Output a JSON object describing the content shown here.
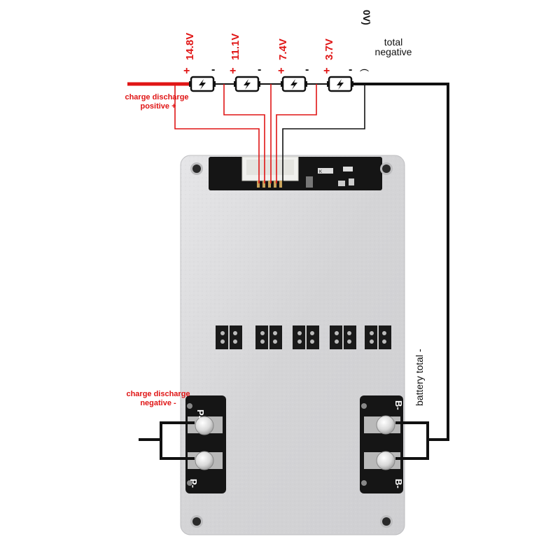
{
  "cells": [
    {
      "voltage": "14.8V"
    },
    {
      "voltage": "11.1V"
    },
    {
      "voltage": "7.4V"
    },
    {
      "voltage": "3.7V"
    }
  ],
  "zero_volt_label": "0V)",
  "plus_sign": "+",
  "minus_sign": "-",
  "paren_mark": "(",
  "labels": {
    "total_negative_line1": "total",
    "total_negative_line2": "negative",
    "charge_positive_line1": "charge discharge",
    "charge_positive_line2": "positive +",
    "charge_negative_line1": "charge discharge",
    "charge_negative_line2": "negative -",
    "battery_total": "battery total -"
  },
  "board": {
    "terminal_left_top": "P-",
    "terminal_left_bottom": "P-",
    "terminal_right_top": "B-",
    "terminal_right_bottom": "B-",
    "chip_mark": "K"
  },
  "colors": {
    "positive_wire": "#e01515",
    "negative_wire": "#111111",
    "board_metal": "#d9d9db",
    "pcb": "#151515"
  }
}
